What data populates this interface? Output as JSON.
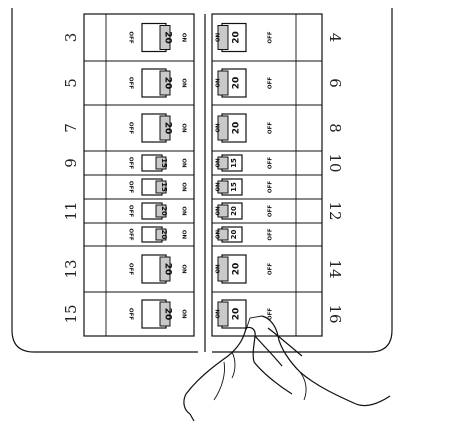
{
  "panel": {
    "on_label": "ON",
    "off_label": "OFF",
    "left": [
      {
        "position": "3",
        "amps": "20"
      },
      {
        "position": "5",
        "amps": "20"
      },
      {
        "position": "7",
        "amps": "20"
      },
      {
        "position": "9",
        "amps": "15"
      },
      {
        "position": "",
        "amps": "15"
      },
      {
        "position": "11",
        "amps": "20"
      },
      {
        "position": "",
        "amps": "20"
      },
      {
        "position": "13",
        "amps": "20"
      },
      {
        "position": "15",
        "amps": "20"
      }
    ],
    "right": [
      {
        "position": "4",
        "amps": "20"
      },
      {
        "position": "6",
        "amps": "20"
      },
      {
        "position": "8",
        "amps": "20"
      },
      {
        "position": "10",
        "amps": "15"
      },
      {
        "position": "",
        "amps": "15"
      },
      {
        "position": "12",
        "amps": "20"
      },
      {
        "position": "",
        "amps": "20"
      },
      {
        "position": "14",
        "amps": "20"
      },
      {
        "position": "16",
        "amps": "20"
      }
    ]
  }
}
